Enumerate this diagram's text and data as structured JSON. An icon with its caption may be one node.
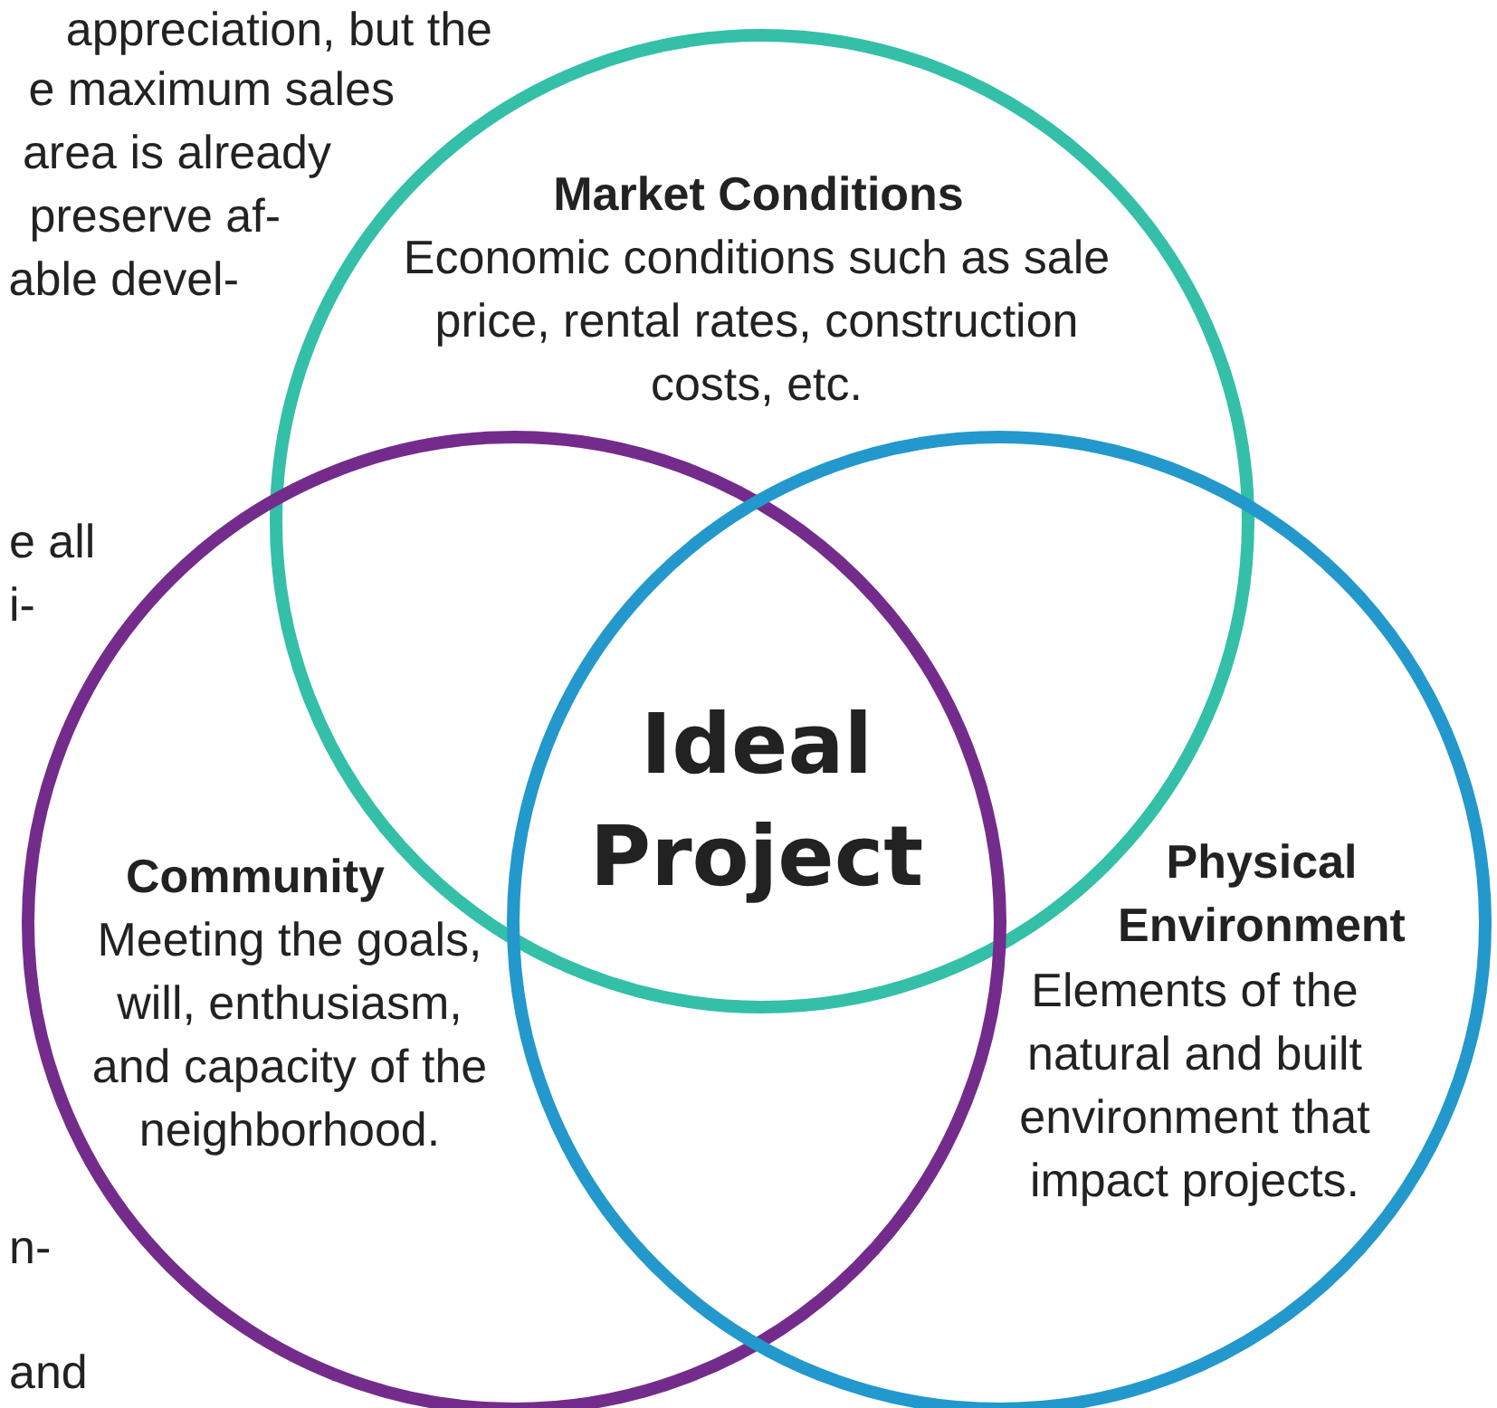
{
  "diagram": {
    "nodes": [
      {
        "text": [
          "Market Conditions",
          "Economic conditions such as sale price, rental rates, construction costs, etc."
        ]
      },
      {
        "text": [
          "Community",
          "Meeting the goals, will, enthusiasm, and capacity of the neighborhood."
        ]
      },
      {
        "text": [
          "Physical Environment",
          "Elements of the natural and built environment that impact projects."
        ]
      }
    ],
    "edges": [],
    "labels": [
      "appreciation, but the",
      "e maximum sales",
      "area is already",
      "preserve af-",
      "able devel-",
      "e all",
      "i-",
      "Ideal Project",
      "n-",
      "and"
    ]
  }
}
